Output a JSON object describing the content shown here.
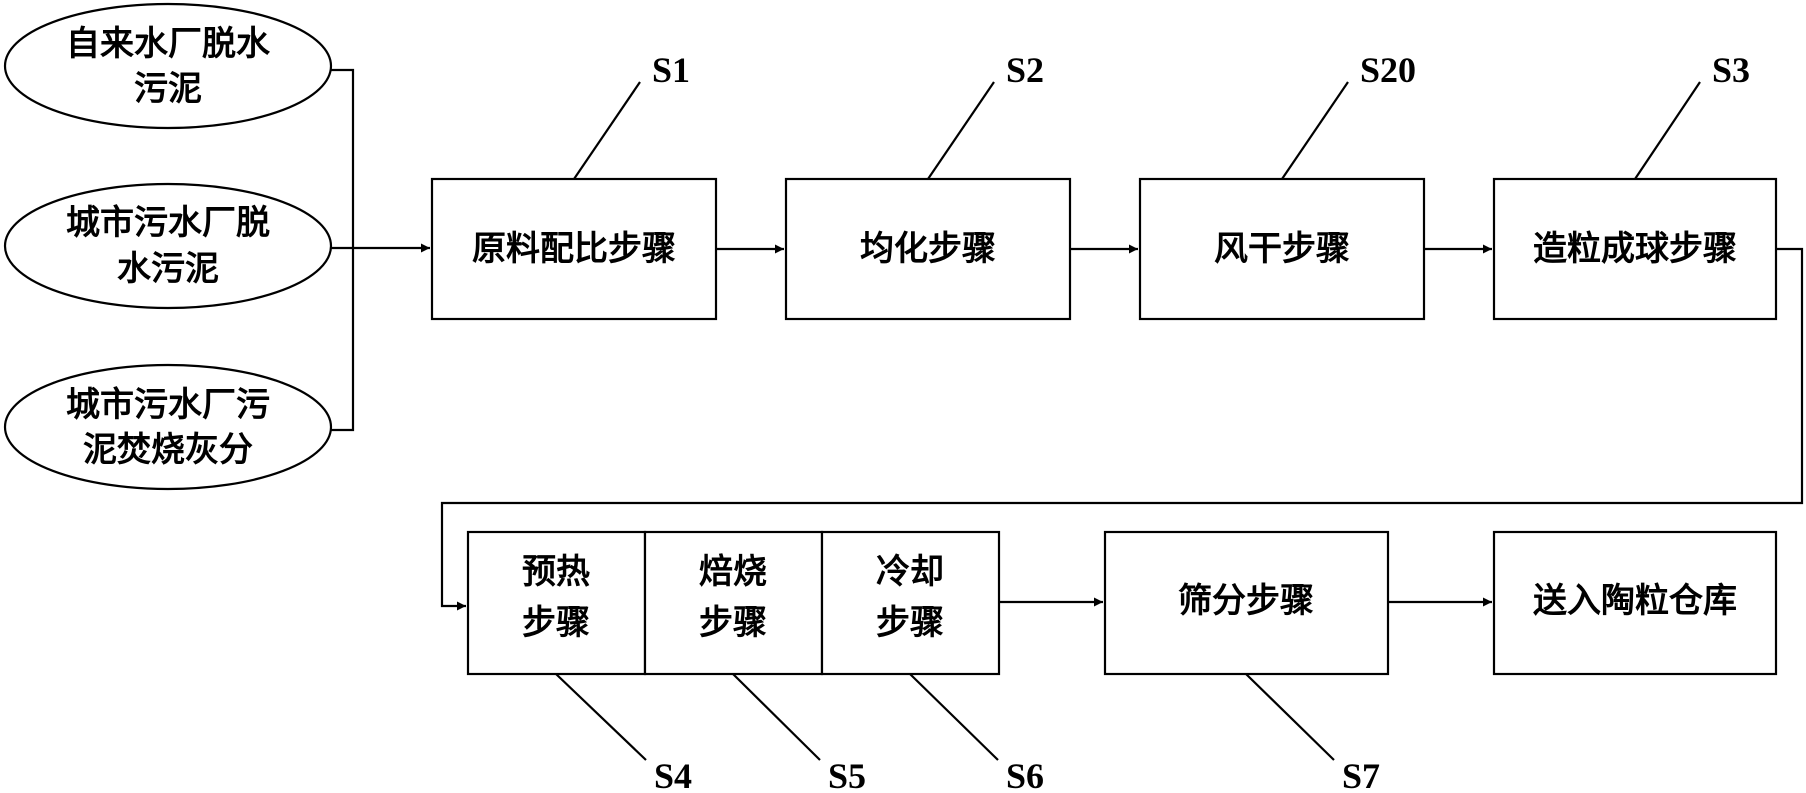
{
  "inputs": [
    {
      "lines": [
        "自来水厂脱水",
        "污泥"
      ]
    },
    {
      "lines": [
        "城市污水厂脱",
        "水污泥"
      ]
    },
    {
      "lines": [
        "城市污水厂污",
        "泥焚烧灰分"
      ]
    }
  ],
  "steps": {
    "s1": {
      "label": "原料配比步骤",
      "code": "S1"
    },
    "s2": {
      "label": "均化步骤",
      "code": "S2"
    },
    "s20": {
      "label": "风干步骤",
      "code": "S20"
    },
    "s3": {
      "label": "造粒成球步骤",
      "code": "S3"
    },
    "s4": {
      "lines": [
        "预热",
        "步骤"
      ],
      "code": "S4"
    },
    "s5": {
      "lines": [
        "焙烧",
        "步骤"
      ],
      "code": "S5"
    },
    "s6": {
      "lines": [
        "冷却",
        "步骤"
      ],
      "code": "S6"
    },
    "s7": {
      "label": "筛分步骤",
      "code": "S7"
    },
    "end": {
      "label": "送入陶粒仓库"
    }
  }
}
